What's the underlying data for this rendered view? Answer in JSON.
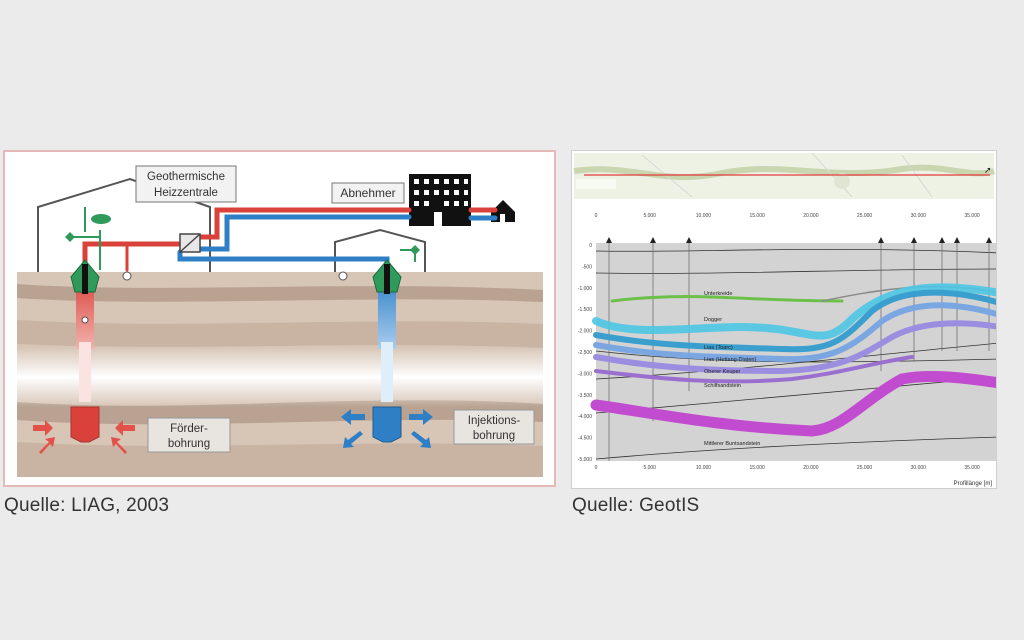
{
  "left_figure": {
    "labels": {
      "heating_plant": [
        "Geothermische",
        "Heizzentrale"
      ],
      "consumer": "Abnehmer",
      "production_well": [
        "Förder-",
        "bohrung"
      ],
      "injection_well": [
        "Injektions-",
        "bohrung"
      ]
    },
    "caption": "Quelle: LIAG, 2003",
    "colors": {
      "hot": "#d9413a",
      "cold": "#2f7fc6",
      "pipe_green": "#2f9a5a",
      "ground": "#c7b3a3"
    }
  },
  "right_figure": {
    "caption": "Quelle: GeotIS",
    "x_axis_label": "Profillänge [m]",
    "top_ticks": [
      "0",
      "5.000",
      "10.000",
      "15.000",
      "20.000",
      "25.000",
      "30.000",
      "35.000"
    ],
    "bottom_ticks": [
      "0",
      "5.000",
      "10.000",
      "15.000",
      "20.000",
      "25.000",
      "30.000",
      "35.000"
    ],
    "y_ticks": [
      "0",
      "-500",
      "-1.000",
      "-1.500",
      "-2.000",
      "-2.500",
      "-3.000",
      "-3.500",
      "-4.000",
      "-4.500",
      "-5.000"
    ],
    "layers": [
      {
        "name": "Unterkreide",
        "color": "#6cc04a"
      },
      {
        "name": "Dogger",
        "color": "#4cc6e3"
      },
      {
        "name": "Lias (Toarc)",
        "color": "#3a9fcf"
      },
      {
        "name": "Lias (Hettang-Diaten)",
        "color": "#7aa6e2"
      },
      {
        "name": "Oberer Keuper",
        "color": "#9b8ee0"
      },
      {
        "name": "Schilfsandstein",
        "color": "#9b6fd0"
      },
      {
        "name": "Mittlerer Buntsandstein",
        "color": "#c24ccf"
      }
    ]
  }
}
